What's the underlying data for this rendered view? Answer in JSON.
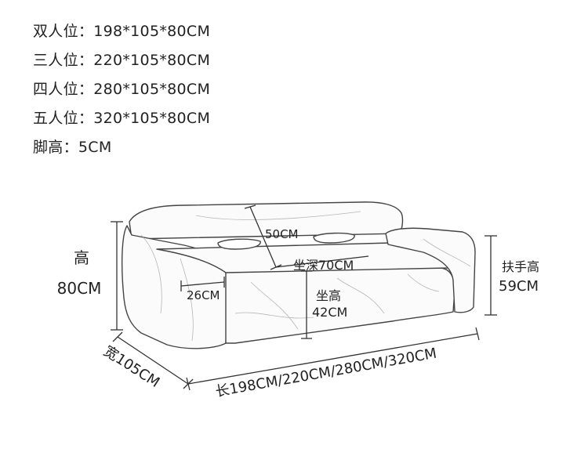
{
  "specs": [
    {
      "label": "双人位：",
      "value": "198*105*80CM"
    },
    {
      "label": "三人位：",
      "value": "220*105*80CM"
    },
    {
      "label": "四人位：",
      "value": "280*105*80CM"
    },
    {
      "label": "五人位：",
      "value": "320*105*80CM"
    },
    {
      "label": "脚高：",
      "value": "5CM"
    }
  ],
  "dimensions": {
    "height_title": "高",
    "height_value": "80CM",
    "back_height": "50CM",
    "seat_depth": "坐深70CM",
    "armrest_width": "26CM",
    "seat_height_title": "坐高",
    "seat_height_value": "42CM",
    "armrest_height_title": "扶手高",
    "armrest_height_value": "59CM",
    "width": "宽105CM",
    "length": "长198CM/220CM/280CM/320CM"
  },
  "colors": {
    "line": "#333333",
    "sofa_fill": "#fbfbfb",
    "sofa_outline": "#444444"
  }
}
